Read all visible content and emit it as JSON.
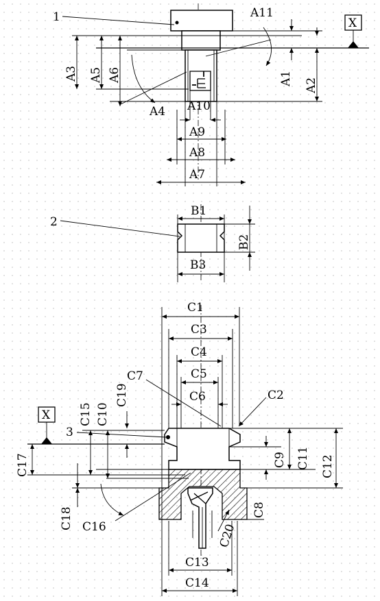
{
  "parts": {
    "p1": "1",
    "p2": "2",
    "p3": "3"
  },
  "datum": "X",
  "part1_dims": [
    "A1",
    "A2",
    "A3",
    "A4",
    "A5",
    "A6",
    "A7",
    "A8",
    "A9",
    "A10",
    "A11"
  ],
  "part2_dims": [
    "B1",
    "B2",
    "B3"
  ],
  "part3_dims": [
    "C1",
    "C2",
    "C3",
    "C4",
    "C5",
    "C6",
    "C7",
    "C8",
    "C9",
    "C10",
    "C11",
    "C12",
    "C13",
    "C14",
    "C15",
    "C16",
    "C17",
    "C18",
    "C19",
    "C20"
  ]
}
